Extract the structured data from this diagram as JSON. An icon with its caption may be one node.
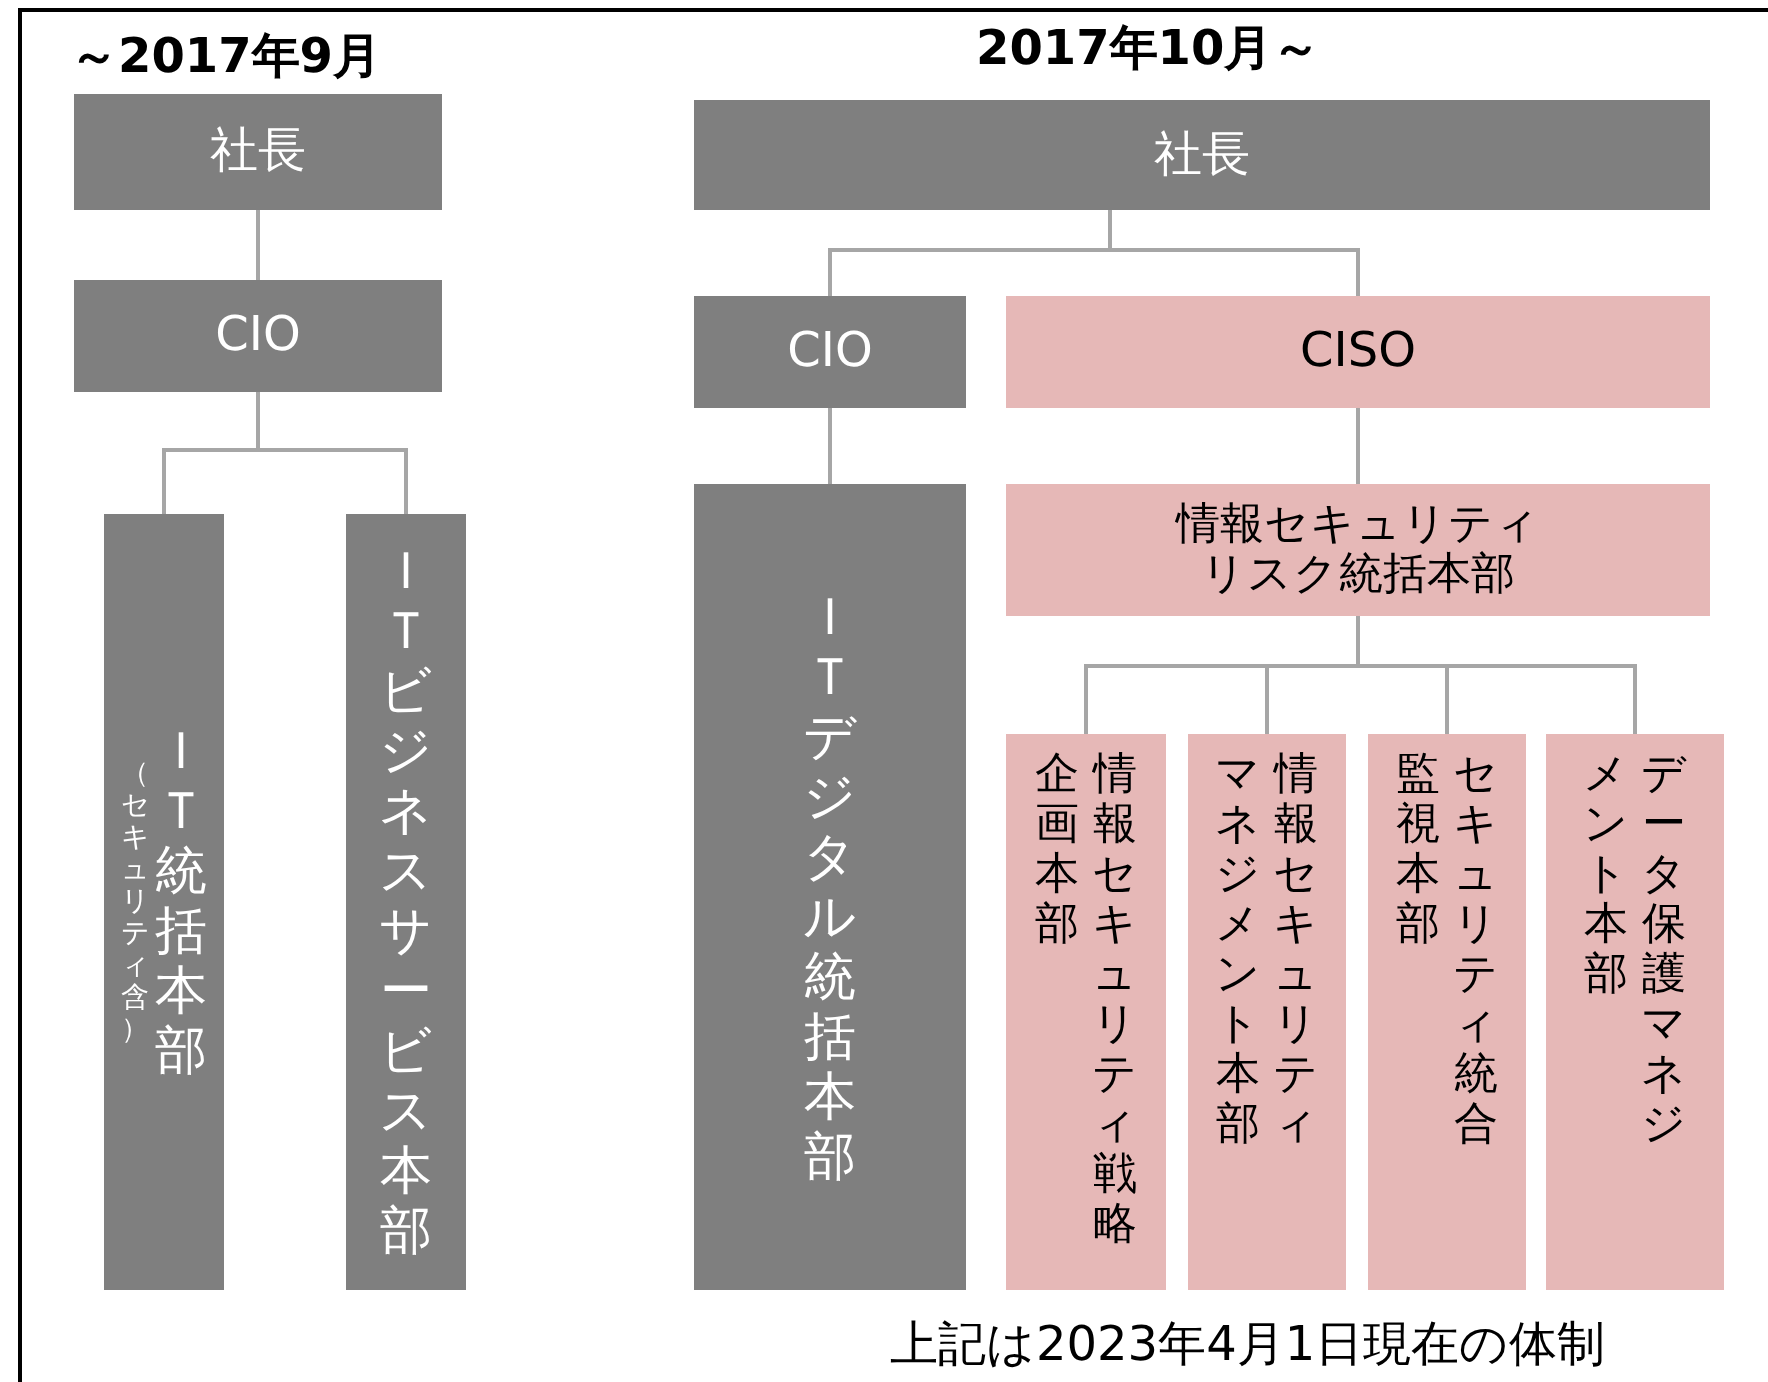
{
  "diagram": {
    "nodes": [
      {
        "text": [
          "社長"
        ]
      },
      {
        "text": [
          "CIO"
        ]
      },
      {
        "text": [
          "（セキュリティ含）",
          "ＩＴ統括本部"
        ]
      },
      {
        "text": [
          "ＩＴビジネスサービス本部"
        ]
      },
      {
        "text": [
          "社長"
        ]
      },
      {
        "text": [
          "CIO"
        ]
      },
      {
        "text": [
          "CISO"
        ]
      },
      {
        "text": [
          "情報セキュリティリスク統括本部"
        ]
      },
      {
        "text": [
          "ＩＴデジタル統括本部"
        ]
      },
      {
        "text": [
          "情報セキュリティ戦略企画本部"
        ]
      },
      {
        "text": [
          "情報セキュリティマネジメント本部"
        ]
      },
      {
        "text": [
          "セキュリティ統合監視本部"
        ]
      },
      {
        "text": [
          "データ保護マネジメント本部"
        ]
      }
    ],
    "edges": [
      {
        "from": 0,
        "to": 1,
        "arrow": "none"
      },
      {
        "from": 1,
        "to": 2,
        "arrow": "none"
      },
      {
        "from": 1,
        "to": 3,
        "arrow": "none"
      },
      {
        "from": 4,
        "to": 5,
        "arrow": "none"
      },
      {
        "from": 4,
        "to": 6,
        "arrow": "none"
      },
      {
        "from": 5,
        "to": 8,
        "arrow": "none"
      },
      {
        "from": 6,
        "to": 7,
        "arrow": "none"
      },
      {
        "from": 7,
        "to": 9,
        "arrow": "none"
      },
      {
        "from": 7,
        "to": 10,
        "arrow": "none"
      },
      {
        "from": 7,
        "to": 11,
        "arrow": "none"
      },
      {
        "from": 7,
        "to": 12,
        "arrow": "none"
      }
    ],
    "labels": [
      "～2017年9月",
      "2017年10月～",
      "上記は2023年4月1日現在の体制"
    ]
  }
}
